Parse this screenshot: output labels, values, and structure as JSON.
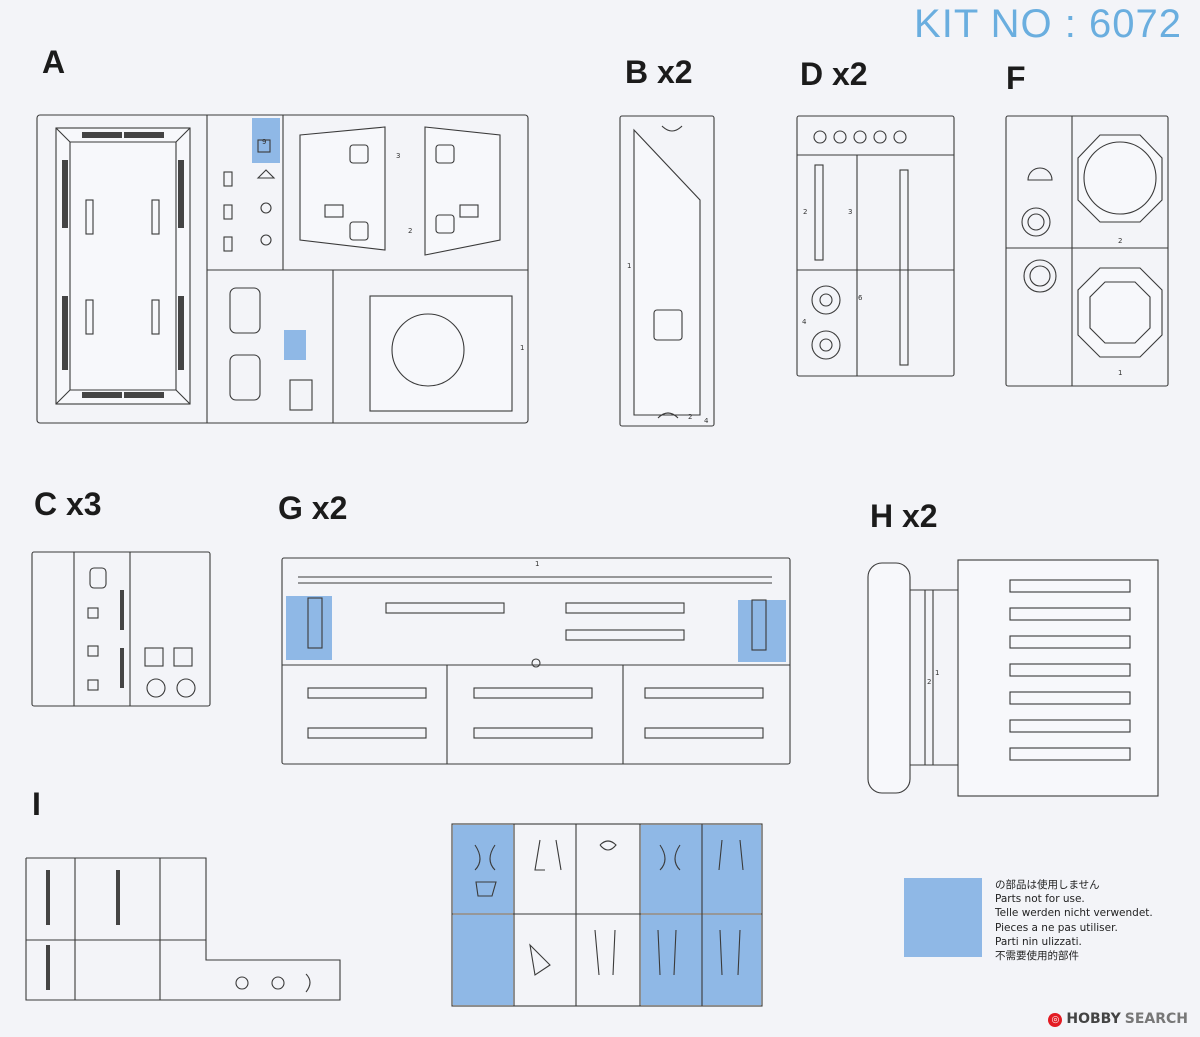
{
  "kit_label": "KIT NO : 6072",
  "sprues": {
    "A": "A",
    "B": "B x2",
    "D": "D x2",
    "F": "F",
    "C": "C x3",
    "G": "G x2",
    "H": "H x2",
    "I": "I"
  },
  "legend": {
    "lines": [
      "の部品は使用しません",
      "Parts not for use.",
      "Telle werden nicht verwendet.",
      "Pieces a ne pas utiliser.",
      "Parti nin ulizzati.",
      "不需要使用的部件"
    ],
    "swatch_color": "#8fb8e6"
  },
  "watermark": {
    "brand": "HOBBY",
    "search": "SEARCH"
  },
  "colors": {
    "kit_label": "#6aaedf",
    "unused_part": "#8fb8e6",
    "line": "#3a3a3a"
  }
}
